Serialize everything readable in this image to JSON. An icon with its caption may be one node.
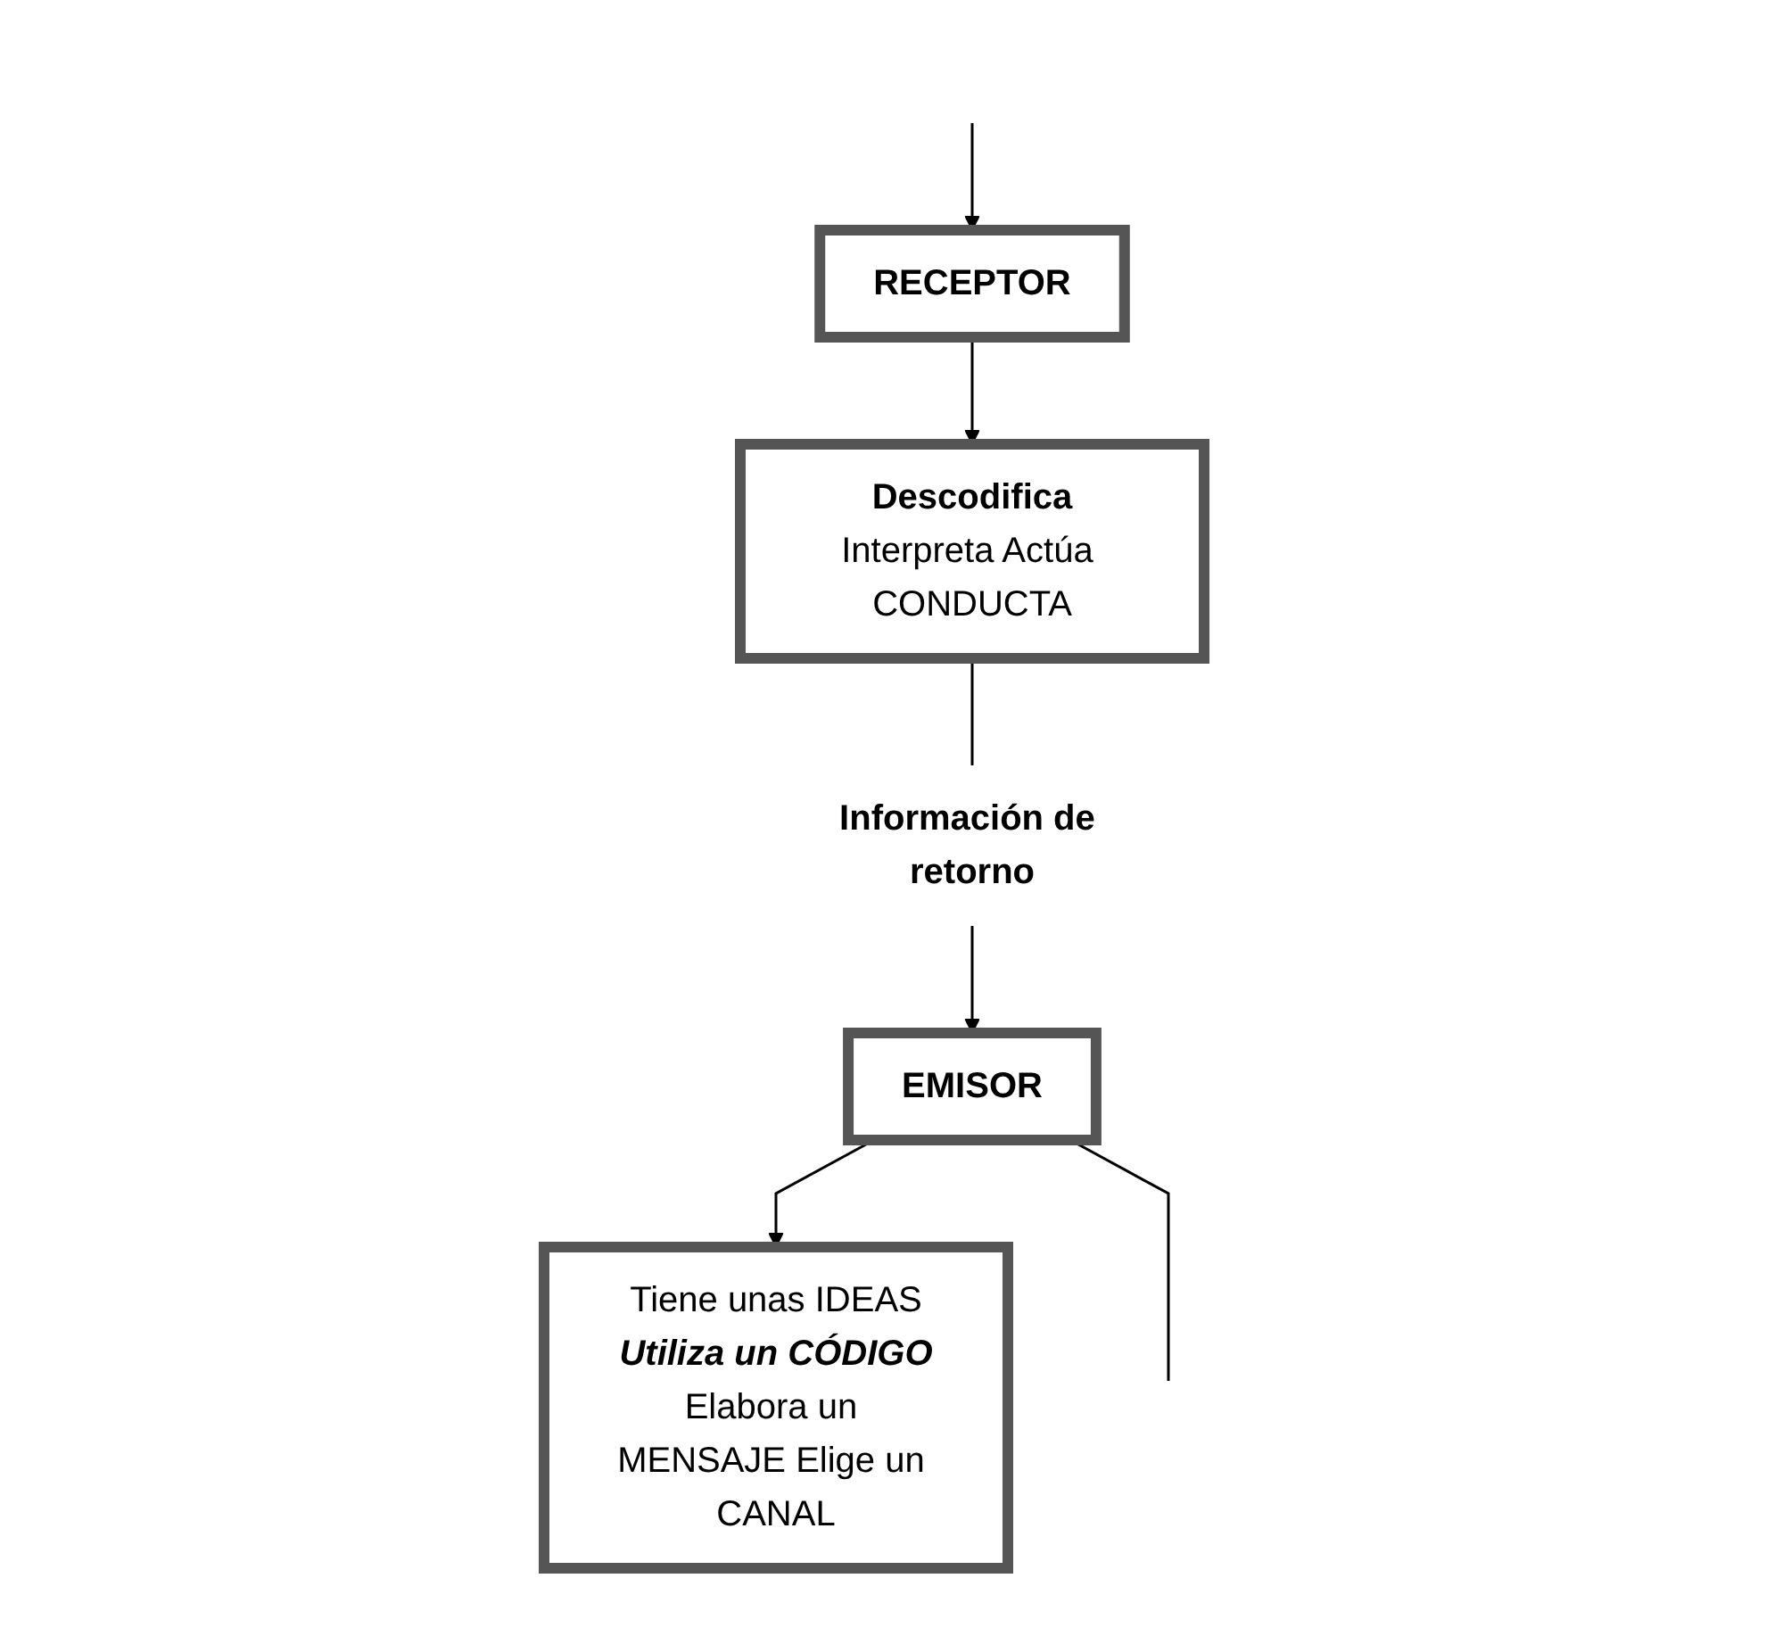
{
  "diagram": {
    "nodes": [
      {
        "text": [
          "EMISOR"
        ]
      },
      {
        "text": [
          "Tiene unas IDEAS",
          "Utiliza un CÓDIGO",
          "Elabora un MENSAJE Elige un CANAL"
        ]
      },
      {
        "text": [
          "Información de retorno"
        ]
      },
      {
        "text": [
          "RECEPTOR"
        ]
      },
      {
        "text": [
          "Descodifica",
          "Interpreta Actúa CONDUCTA"
        ]
      }
    ],
    "edges": [
      {
        "from": 0,
        "to": 1,
        "arrow": "to"
      },
      {
        "from": 0,
        "to": null,
        "arrow": "none"
      },
      {
        "from": null,
        "to": 3,
        "arrow": "to"
      },
      {
        "from": 3,
        "to": 4,
        "arrow": "to"
      },
      {
        "from": 4,
        "to": 2,
        "arrow": "none"
      },
      {
        "from": 2,
        "to": 0,
        "arrow": "to"
      }
    ]
  }
}
